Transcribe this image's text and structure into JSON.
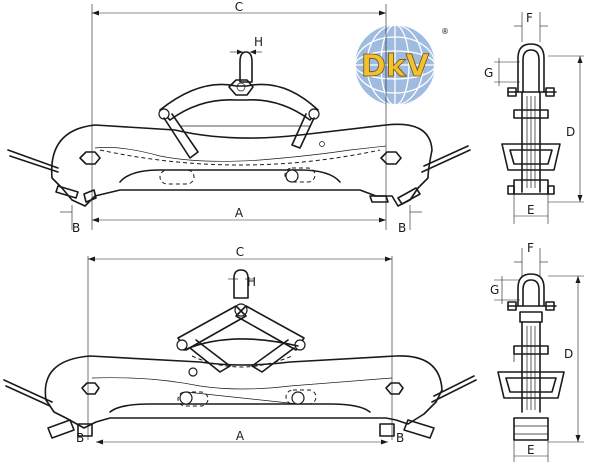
{
  "logo": {
    "text": "DkV",
    "mark": "®",
    "colors": {
      "globe": "#9fbbe0",
      "grid": "#ffffff",
      "letters": "#f2c030"
    }
  },
  "dimension_labels": {
    "top_front": {
      "c": "C",
      "h": "H",
      "a": "A",
      "b_left": "B",
      "b_right": "B"
    },
    "top_side": {
      "f": "F",
      "g": "G",
      "d": "D",
      "e": "E"
    },
    "bottom_front": {
      "c": "C",
      "h": "H",
      "a": "A",
      "b_left": "B",
      "b_right": "B"
    },
    "bottom_side": {
      "f": "F",
      "g": "G",
      "d": "D",
      "e": "E"
    }
  },
  "colors": {
    "line": "#1a1a1a",
    "background": "#ffffff",
    "jaw_fill": "#c8c8c8"
  }
}
